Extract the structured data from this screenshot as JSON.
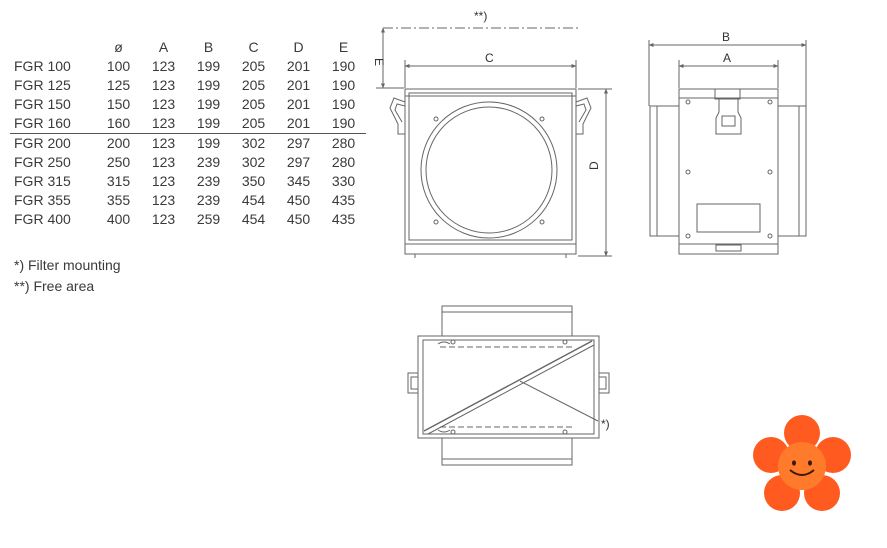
{
  "table": {
    "headers": [
      "",
      "ø",
      "A",
      "B",
      "C",
      "D",
      "E"
    ],
    "rows": [
      [
        "FGR 100",
        "100",
        "123",
        "199",
        "205",
        "201",
        "190"
      ],
      [
        "FGR 125",
        "125",
        "123",
        "199",
        "205",
        "201",
        "190"
      ],
      [
        "FGR 150",
        "150",
        "123",
        "199",
        "205",
        "201",
        "190"
      ],
      [
        "FGR 160",
        "160",
        "123",
        "199",
        "205",
        "201",
        "190"
      ],
      [
        "FGR 200",
        "200",
        "123",
        "199",
        "302",
        "297",
        "280"
      ],
      [
        "FGR 250",
        "250",
        "123",
        "239",
        "302",
        "297",
        "280"
      ],
      [
        "FGR 315",
        "315",
        "123",
        "239",
        "350",
        "345",
        "330"
      ],
      [
        "FGR 355",
        "355",
        "123",
        "239",
        "454",
        "450",
        "435"
      ],
      [
        "FGR 400",
        "400",
        "123",
        "259",
        "454",
        "450",
        "435"
      ]
    ]
  },
  "footnotes": {
    "filter_mounting": "*) Filter mounting",
    "free_area": "**) Free area"
  },
  "drawing_labels": {
    "free_area_mark": "**)",
    "dim_e": "E",
    "dim_c": "C",
    "dim_d": "D",
    "dim_b": "B",
    "dim_a": "A",
    "filter_mark": "*)"
  },
  "colors": {
    "line": "#666666",
    "flower_petal": "#ff5a1f",
    "flower_center": "#ff7a2a",
    "flower_face": "#3a1a0a"
  },
  "icons": {
    "mascot": "smiley-flower-icon"
  }
}
